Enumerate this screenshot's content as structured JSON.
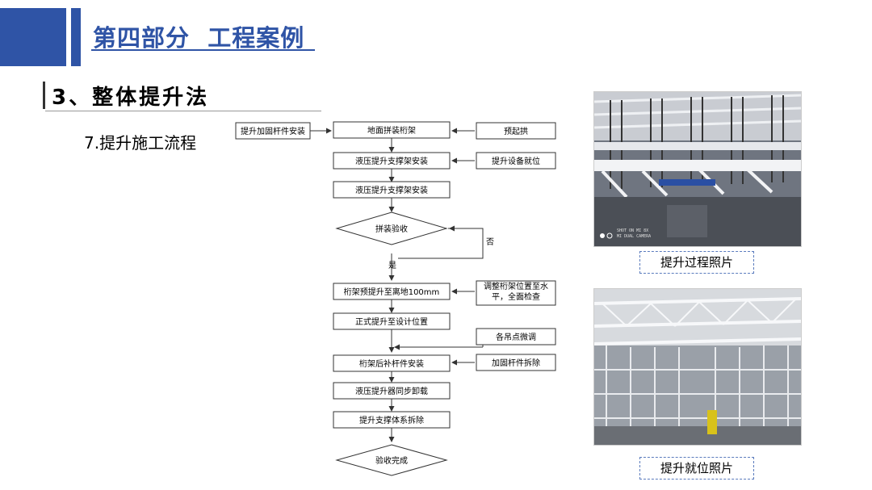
{
  "header": {
    "title": "第四部分  工程案例"
  },
  "section": {
    "title": "3、整体提升法"
  },
  "step": {
    "label": "7.提升施工流程"
  },
  "flowchart": {
    "main": [
      "地面拼装桁架",
      "液压提升支撑架安装",
      "液压提升支撑架安装",
      "拼装验收",
      "桁架预提升至离地100mm",
      "正式提升至设计位置",
      "桁架后补杆件安装",
      "液压提升器同步卸载",
      "提升支撑体系拆除",
      "验收完成"
    ],
    "side_left": [
      "提升加固杆件安装"
    ],
    "side_right": [
      "预起拱",
      "提升设备就位",
      "调整桁架位置至水平，全面检查",
      "各吊点微调",
      "加固杆件拆除"
    ],
    "yes_label": "是",
    "no_label": "否"
  },
  "photos": {
    "top": {
      "caption": "提升过程照片",
      "watermark_1": "SHOT ON MI 8X",
      "watermark_2": "MI DUAL CAMERA"
    },
    "bottom": {
      "caption": "提升就位照片"
    }
  }
}
